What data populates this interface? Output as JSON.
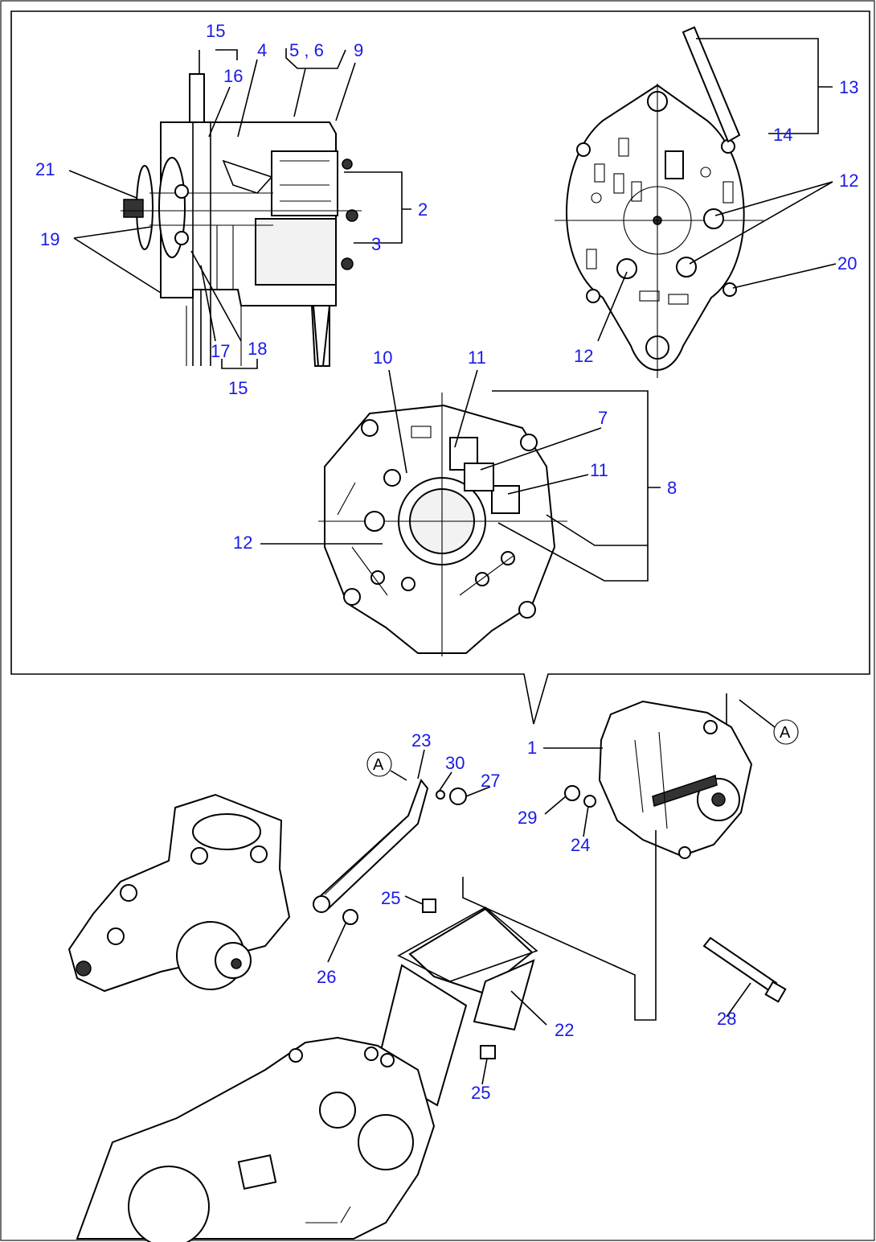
{
  "diagram": {
    "callouts": {
      "c1": "1",
      "c2": "2",
      "c3": "3",
      "c4": "4",
      "c5_6": "5 , 6",
      "c7": "7",
      "c8": "8",
      "c9": "9",
      "c10": "10",
      "c11a": "11",
      "c11b": "11",
      "c12a": "12",
      "c12b": "12",
      "c12c": "12",
      "c13": "13",
      "c14": "14",
      "c15a": "15",
      "c15b": "15",
      "c16": "16",
      "c17": "17",
      "c18": "18",
      "c19": "19",
      "c20": "20",
      "c21": "21",
      "c22": "22",
      "c23": "23",
      "c24": "24",
      "c25a": "25",
      "c25b": "25",
      "c26": "26",
      "c27": "27",
      "c28": "28",
      "c29": "29",
      "c30": "30"
    },
    "ref_markers": {
      "a1": "A",
      "a2": "A"
    },
    "colors": {
      "callout": "#1a1ae6",
      "line": "#000000",
      "background": "#ffffff"
    }
  }
}
